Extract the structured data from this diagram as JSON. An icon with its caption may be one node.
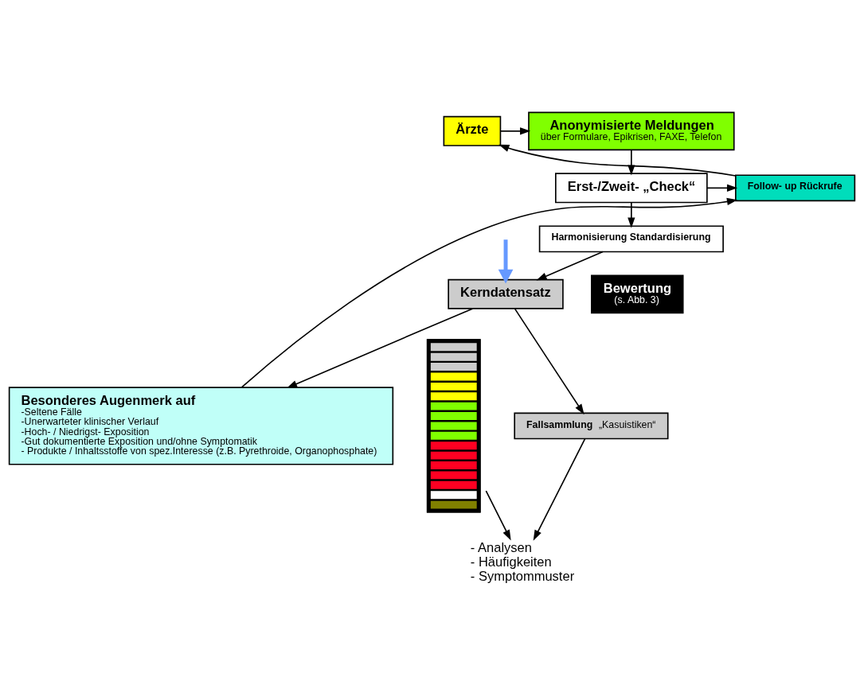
{
  "diagram": {
    "nodes": [
      {
        "text": [
          "Ärzte"
        ]
      },
      {
        "text": [
          "Anonymisierte Meldungen",
          "über Formulare, Epikrisen, FAXE, Telefon"
        ]
      },
      {
        "text": [
          "Erst-/Zweit- „Check“"
        ]
      },
      {
        "text": [
          "Follow- up Rückrufe"
        ]
      },
      {
        "text": [
          "Harmonisierung Standardisierung"
        ]
      },
      {
        "text": [
          "Kerndatensatz"
        ]
      },
      {
        "text": [
          "Bewertung",
          "(s. Abb. 3)"
        ]
      },
      {
        "text": [
          "Besonderes Augenmerk auf",
          "-Seltene Fälle",
          "-Unerwarteter klinischer Verlauf",
          "-Hoch- / Niedrigst- Exposition",
          "-Gut dokumentierte Exposition und/ohne Symptomatik",
          "- Produkte / Inhaltsstoffe von spez.Interesse (z.B. Pyrethroide, Organophosphate)"
        ]
      },
      {
        "text": [
          "Fallsammlung",
          "„Kasuistiken“"
        ]
      },
      {
        "text": [],
        "shape": "bar"
      },
      {
        "text": [
          "- Analysen",
          "- Häufigkeiten",
          "- Symptommuster"
        ]
      }
    ],
    "edges": [
      {
        "from": 0,
        "to": 1,
        "arrow": "to"
      },
      {
        "from": 1,
        "to": 2,
        "arrow": "to"
      },
      {
        "from": 2,
        "to": 3,
        "arrow": "to"
      },
      {
        "from": 3,
        "to": 0,
        "arrow": "to"
      },
      {
        "from": 2,
        "to": 4,
        "arrow": "to"
      },
      {
        "from": 4,
        "to": 5,
        "arrow": "to"
      },
      {
        "from": 7,
        "to": 3,
        "arrow": "to"
      },
      {
        "from": null,
        "to": 5,
        "arrow": "to",
        "style": "thick",
        "color": "#6699ff"
      },
      {
        "from": 5,
        "to": 7,
        "arrow": "to"
      },
      {
        "from": 5,
        "to": 8,
        "arrow": "to"
      },
      {
        "from": 9,
        "to": 10,
        "arrow": "to"
      },
      {
        "from": 8,
        "to": 10,
        "arrow": "to"
      }
    ]
  }
}
